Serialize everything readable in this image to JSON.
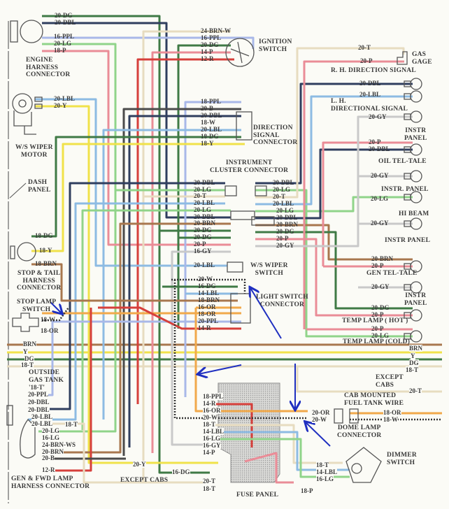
{
  "engine_harness_connector": {
    "title": "ENGINE\nHARNESS\nCONNECTOR",
    "wires": [
      "20-DG",
      "20-DBL",
      "16-PPL",
      "20-LG",
      "18-P"
    ]
  },
  "ignition_switch": {
    "title": "IGNITION\nSWITCH",
    "wires": [
      "24-BRN-W",
      "16-PPL",
      "20-DG",
      "14-P",
      "12-R"
    ]
  },
  "ws_wiper_motor": {
    "title": "W/S WIPER\nMOTOR",
    "wires": [
      "20-LBL",
      "20-Y"
    ]
  },
  "direction_signal_connector": {
    "title": "DIRECTION\nSIGNAL\nCONNECTOR",
    "wires": [
      "18-PPL",
      "20-B",
      "20-DBL",
      "18-W",
      "20-LBL",
      "18-DG",
      "18-Y"
    ]
  },
  "dash_panel": "DASH\nPANEL",
  "instrument_cluster_connector": {
    "title": "INSTRUMENT\nCLUSTER CONNECTOR",
    "left_wires": [
      "20-DBL",
      "20-LG",
      "20-T",
      "20-LBL",
      "20-LG",
      "20-DBL",
      "20-BRN",
      "20-DG",
      "20-DG",
      "20-P",
      "16-GY"
    ],
    "right_wires": [
      "20-DBL",
      "20-LG",
      "20-T",
      "20-LBL",
      "20-LG",
      "20-DBL",
      "20-BRN",
      "20-DG",
      "20-P",
      "20-GY"
    ]
  },
  "ws_wiper_switch": {
    "title": "W/S WIPER\nSWITCH",
    "wire": "20-LBL"
  },
  "light_switch_connector": {
    "title": "LIGHT SWITCH\nCONNECTOR",
    "wires": [
      "20-W",
      "16-DG",
      "14-LBL",
      "18-BRN",
      "16-OR",
      "18-OR",
      "20-PPL",
      "14-R"
    ]
  },
  "stop_tail_harness_connector": {
    "title": "STOP & TAIL\nHARNESS\nCONNECTOR",
    "wires": [
      "18-DG",
      "18-Y",
      "18-BRN"
    ]
  },
  "stop_lamp_switch": {
    "title": "STOP LAMP\nSWITCH",
    "wires": [
      "18-W",
      "18-OR"
    ]
  },
  "gas_gage": {
    "title": "GAS\nGAGE",
    "wires": [
      "20-T",
      "20-P"
    ]
  },
  "rh_direction_signal": {
    "title": "R. H.  DIRECTION  SIGNAL",
    "wire": "20-DBL"
  },
  "lh_directional_signal": {
    "title": "L.  H.\nDIRECTIONAL SIGNAL",
    "wire": "20-LBL"
  },
  "instr_panel_1": {
    "title": "INSTR\nPANEL",
    "wire": "20-GY"
  },
  "oil_tel_tale": {
    "title": "OIL TEL-TALE",
    "wires": [
      "20-P",
      "20-DBL"
    ]
  },
  "instr_panel_2": {
    "title": "INSTR.  PANEL",
    "wire": "20-GY"
  },
  "hi_beam": {
    "title": "HI BEAM",
    "wire": "20-LG"
  },
  "instr_panel_3": {
    "title": "INSTR PANEL",
    "wire": "20-GY"
  },
  "gen_tel_tale": {
    "title": "GEN TEL-TALE",
    "wires": [
      "20-BRN",
      "20-P"
    ]
  },
  "instr_panel_4": {
    "title": "INSTR\nPANEL",
    "wire": "20-GY"
  },
  "temp_lamp_hot": {
    "title": "TEMP LAMP ( HOT )",
    "wires": [
      "20-DG",
      "20-P"
    ]
  },
  "temp_lamp_cold": {
    "title": "TEMP LAMP (COLD)",
    "wires": [
      "20-P",
      "20-LG"
    ]
  },
  "main_harness": {
    "left": [
      "BRN",
      "Y",
      "DG",
      "18-T"
    ],
    "right": [
      "BRN",
      "Y",
      "DG",
      "18-T"
    ]
  },
  "outside_gas_tank": {
    "title": "OUTSIDE\nGAS TANK",
    "wire": "'18-T'"
  },
  "except_cabs_right": {
    "title": "EXCEPT\nCABS",
    "wire": "20-T"
  },
  "cab_mounted_fuel_tank_wire": "CAB MOUNTED\nFUEL TANK WIRE",
  "dome_lamp_connector": {
    "title": "DOME LAMP\nCONNECTOR",
    "left_wires": [
      "20-OR",
      "20-W"
    ],
    "right_wires": [
      "18-OR",
      "18-W"
    ]
  },
  "gen_fwd_lamp_harness_connector": {
    "title": "GEN & FWD LAMP\nHARNESS CONNECTOR",
    "wires": [
      "20-PPL",
      "20-DBL",
      "20-DBL",
      "20-LBL",
      "20-LBL",
      "18-T",
      "20-LG",
      "16-LG",
      "24-BRN-WS",
      "20-BRN",
      "20-B",
      "12-R"
    ]
  },
  "fuse_panel": {
    "title": "FUSE PANEL",
    "wires": [
      "18-PPL",
      "14-R",
      "16-OR",
      "20-W",
      "18-T",
      "14-LBL",
      "16-LG",
      "16-GY",
      "14-P"
    ],
    "bottom": [
      "20-Y",
      "16-DG",
      "20-T",
      "18-T",
      "18-P"
    ]
  },
  "except_cabs_bottom": "EXCEPT CABS",
  "dimmer_switch": {
    "title": "DIMMER\nSWITCH",
    "wires": [
      "18-T",
      "14-LBL",
      "16-LG"
    ]
  },
  "wire_colors": {
    "DG": "#3f7a45",
    "DBL": "#2f3e5e",
    "LBL": "#8dbbe3",
    "LG": "#90d48a",
    "P": "#ea8c97",
    "R": "#d63f3b",
    "Y": "#f0e24a",
    "BRN": "#a8774e",
    "T": "#e7dcc0",
    "GY": "#c9c9c9",
    "OR": "#f1a94b",
    "PPL": "#a9b8e8",
    "B": "#4b4b4b",
    "W": "#333333"
  },
  "annotation_color": "#1f2fc0"
}
